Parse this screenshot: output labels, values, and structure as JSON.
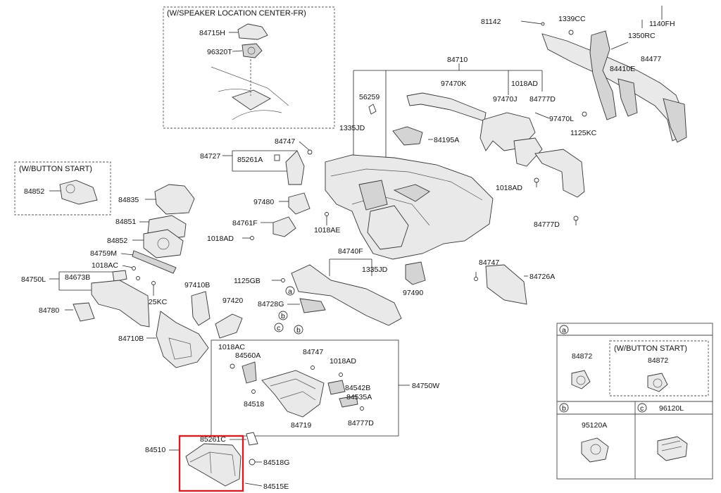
{
  "notes": {
    "speaker_location": "(W/SPEAKER LOCATION CENTER-FR)",
    "button_start_left": "(W/BUTTON START)",
    "button_start_right": "(W/BUTTON START)"
  },
  "legend": {
    "a": "a",
    "b": "b",
    "c": "c"
  },
  "parts": {
    "p84715H": "84715H",
    "p96320T": "96320T",
    "p81142": "81142",
    "p1339CC": "1339CC",
    "p1140FH": "1140FH",
    "p1350RC": "1350RC",
    "p84477": "84477",
    "p84410E": "84410E",
    "p84710": "84710",
    "p97470K": "97470K",
    "p1018AD_a": "1018AD",
    "p84777D_a": "84777D",
    "p56259": "56259",
    "p97470J": "97470J",
    "p97470L": "97470L",
    "p1125KC_a": "1125KC",
    "p1335JD_a": "1335JD",
    "p84195A": "84195A",
    "p84747_a": "84747",
    "p84727": "84727",
    "p85261A": "85261A",
    "p84852_a": "84852",
    "p84835": "84835",
    "p97480": "97480",
    "p84851": "84851",
    "p1018AD_b": "1018AD",
    "p84777D_b": "84777D",
    "p84761F": "84761F",
    "p1018AE": "1018AE",
    "p84852_b": "84852",
    "p1018AD_c": "1018AD",
    "p84759M": "84759M",
    "p84740F": "84740F",
    "p1018AC_a": "1018AC",
    "p1335JD_b": "1335JD",
    "p84747_b": "84747",
    "p84750L": "84750L",
    "p84673B": "84673B",
    "p1125GB": "1125GB",
    "p84726A": "84726A",
    "p97410B": "97410B",
    "p97490": "97490",
    "p1125KC_b": "1125KC",
    "p84728G": "84728G",
    "p97420": "97420",
    "p84780": "84780",
    "p84710B": "84710B",
    "p1018AC_b": "1018AC",
    "p84747_c": "84747",
    "p84560A": "84560A",
    "p1018AD_d": "1018AD",
    "p84750W": "84750W",
    "p84542B": "84542B",
    "p84535A": "84535A",
    "p84518": "84518",
    "p84719": "84719",
    "p84777D_c": "84777D",
    "p85261C": "85261C",
    "p84510": "84510",
    "p84518G": "84518G",
    "p84515E": "84515E",
    "p84872_a": "84872",
    "p84872_b": "84872",
    "p95120A": "95120A",
    "p96120L": "96120L"
  }
}
